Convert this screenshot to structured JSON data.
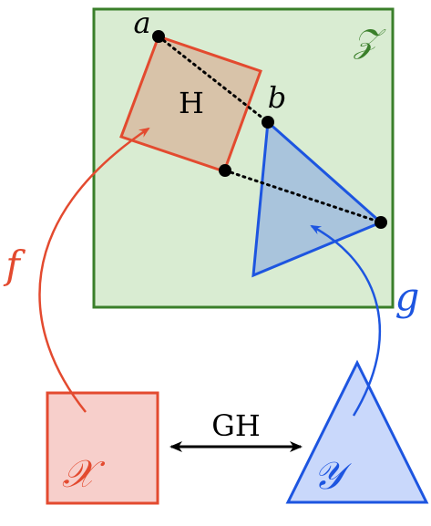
{
  "labels": {
    "space_z": "𝒵",
    "point_a": "a",
    "point_b": "b",
    "square_h": "H",
    "map_f": "f",
    "map_g": "g",
    "arrow_gh": "GH",
    "space_x": "𝒳",
    "space_y": "𝒴"
  },
  "colors": {
    "green_stroke": "#3a7f2a",
    "green_fill": "#d9ecd2",
    "red_stroke": "#e34a2f",
    "red_fill_embedded": "#d8c3a9",
    "red_fill_source": "#f7cfcb",
    "blue_stroke": "#1d55e0",
    "blue_fill_embedded": "#a9c4dc",
    "blue_fill_source": "#c9d8fb",
    "black": "#000000"
  }
}
